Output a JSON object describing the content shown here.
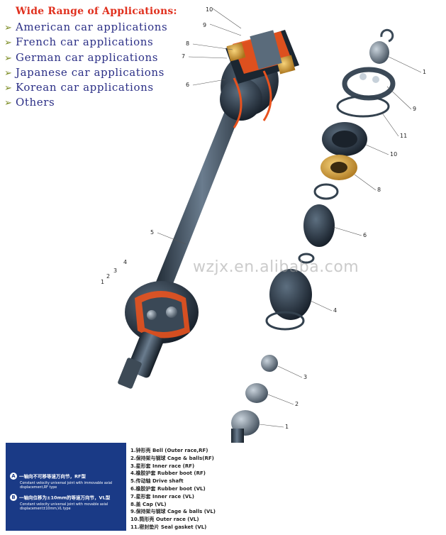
{
  "title": "Wide Range of Applications:",
  "applications": [
    "American car applications",
    "French car applications",
    "German car applications",
    "Japanese car applications",
    "Korean car applications",
    "Others"
  ],
  "watermark": "wzjx.en.alibaba.com",
  "callouts": {
    "left": [
      "10",
      "9",
      "8",
      "7",
      "6",
      "5",
      "4",
      "3",
      "2",
      "1"
    ],
    "right": [
      "1",
      "9",
      "11",
      "10",
      "8",
      "6",
      "4",
      "3",
      "2",
      "1"
    ]
  },
  "legend": {
    "mode_a": {
      "badge": "A",
      "title": "一轴向不可移等速万向节，RF型",
      "desc": "Constant velocity universal joint with immovable axial displacement,RF type"
    },
    "mode_b": {
      "badge": "B",
      "title": "一轴向位移为±10mm的等速万向节，VL型",
      "desc": "Constant velocity universal joint with movable axial displacement±10mm,VL type"
    },
    "parts": [
      "1.钟形壳 Bell (Outer race,RF)",
      "2.保持架与钢球 Cage & balls(RF)",
      "3.星形套 Inner race (RF)",
      "4.橡胶护套 Rubber boot (RF)",
      "5.传动轴 Drive shaft",
      "6.橡胶护套 Rubber boot (VL)",
      "7.星形套 Inner race (VL)",
      "8.盖 Cap (VL)",
      "9.保持架与钢球 Cage & balls (VL)",
      "10.筒形壳 Outer race (VL)",
      "11.密封垫片 Seal gasket (VL)"
    ]
  },
  "colors": {
    "title": "#e0301e",
    "applications": "#2b2f86",
    "arrow": "#7a8a20",
    "legend_bg": "#1a3a86",
    "cutaway": "#e8521e",
    "brass": "#d9a12b",
    "steel": "#3c4a58"
  }
}
